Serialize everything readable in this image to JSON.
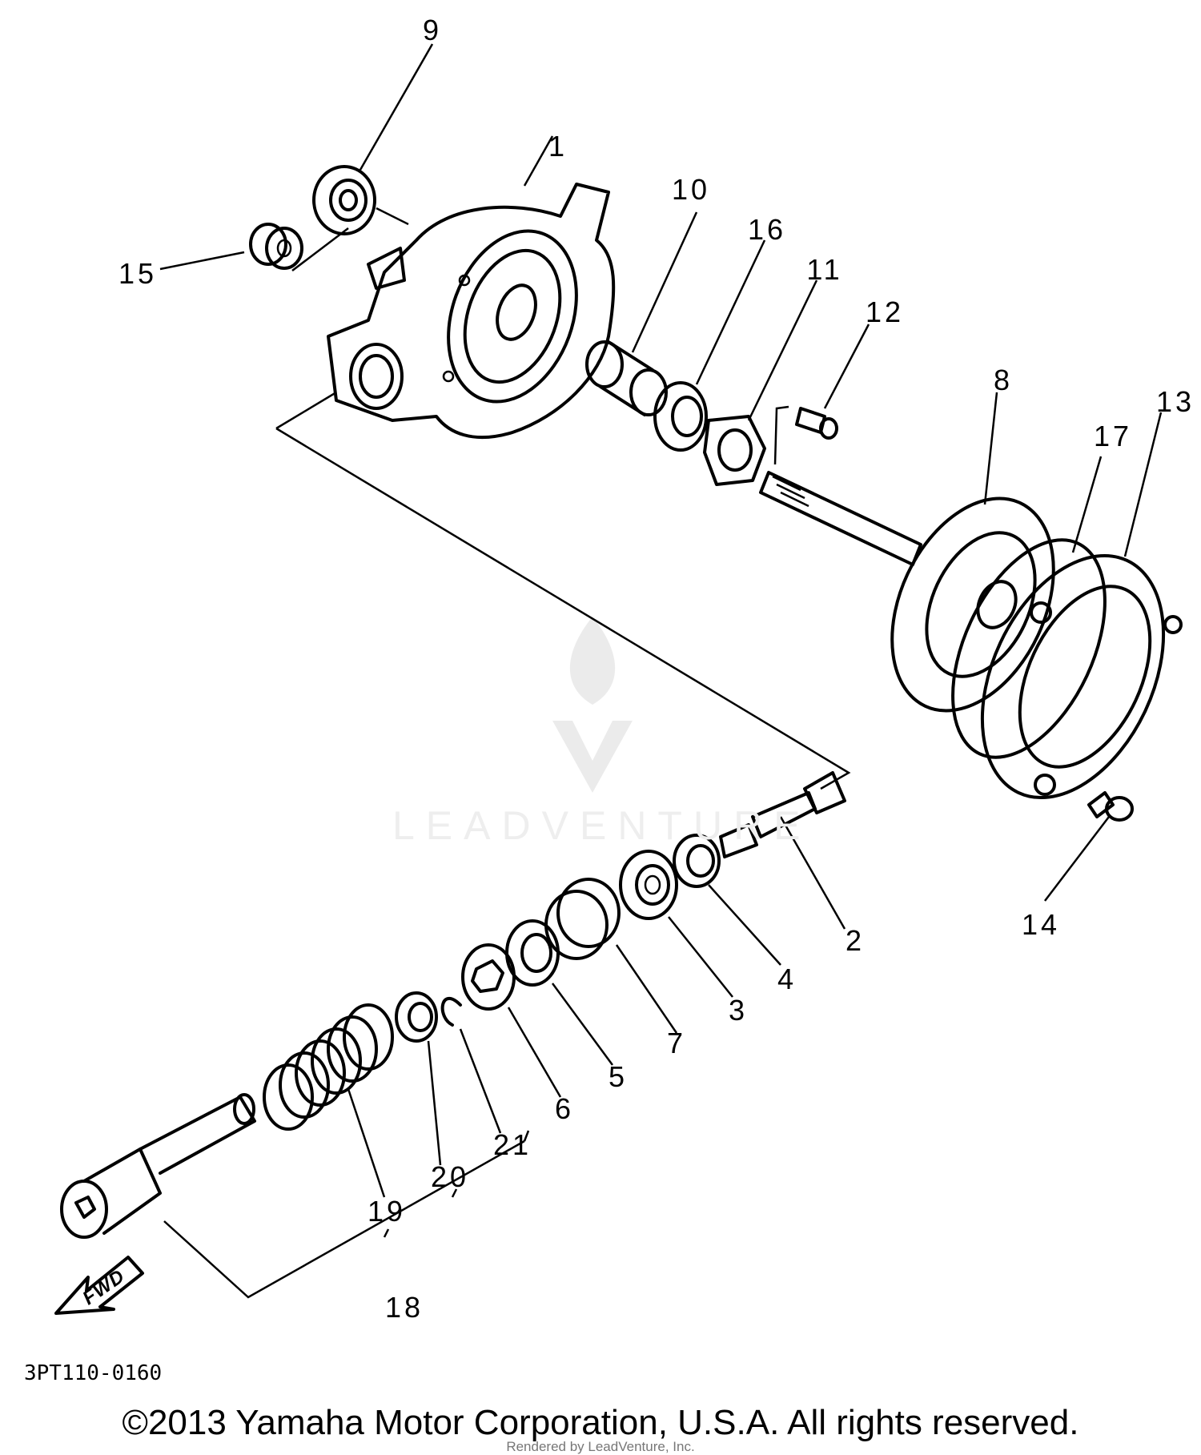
{
  "diagram_code": "3PT110-0160",
  "copyright": "©2013 Yamaha Motor Corporation, U.S.A. All rights reserved.",
  "rendered_by": "Rendered by LeadVenture, Inc.",
  "watermark": "LEADVENTURE",
  "fwd_label": "FWD",
  "callouts": {
    "c1": "1",
    "c2": "2",
    "c3": "3",
    "c4": "4",
    "c5": "5",
    "c6": "6",
    "c7": "7",
    "c8": "8",
    "c9": "9",
    "c10": "10",
    "c11": "11",
    "c12": "12",
    "c13": "13",
    "c14": "14",
    "c15": "15",
    "c16": "16",
    "c17": "17",
    "c18": "18",
    "c19": "19",
    "c20": "20",
    "c21": "21"
  }
}
